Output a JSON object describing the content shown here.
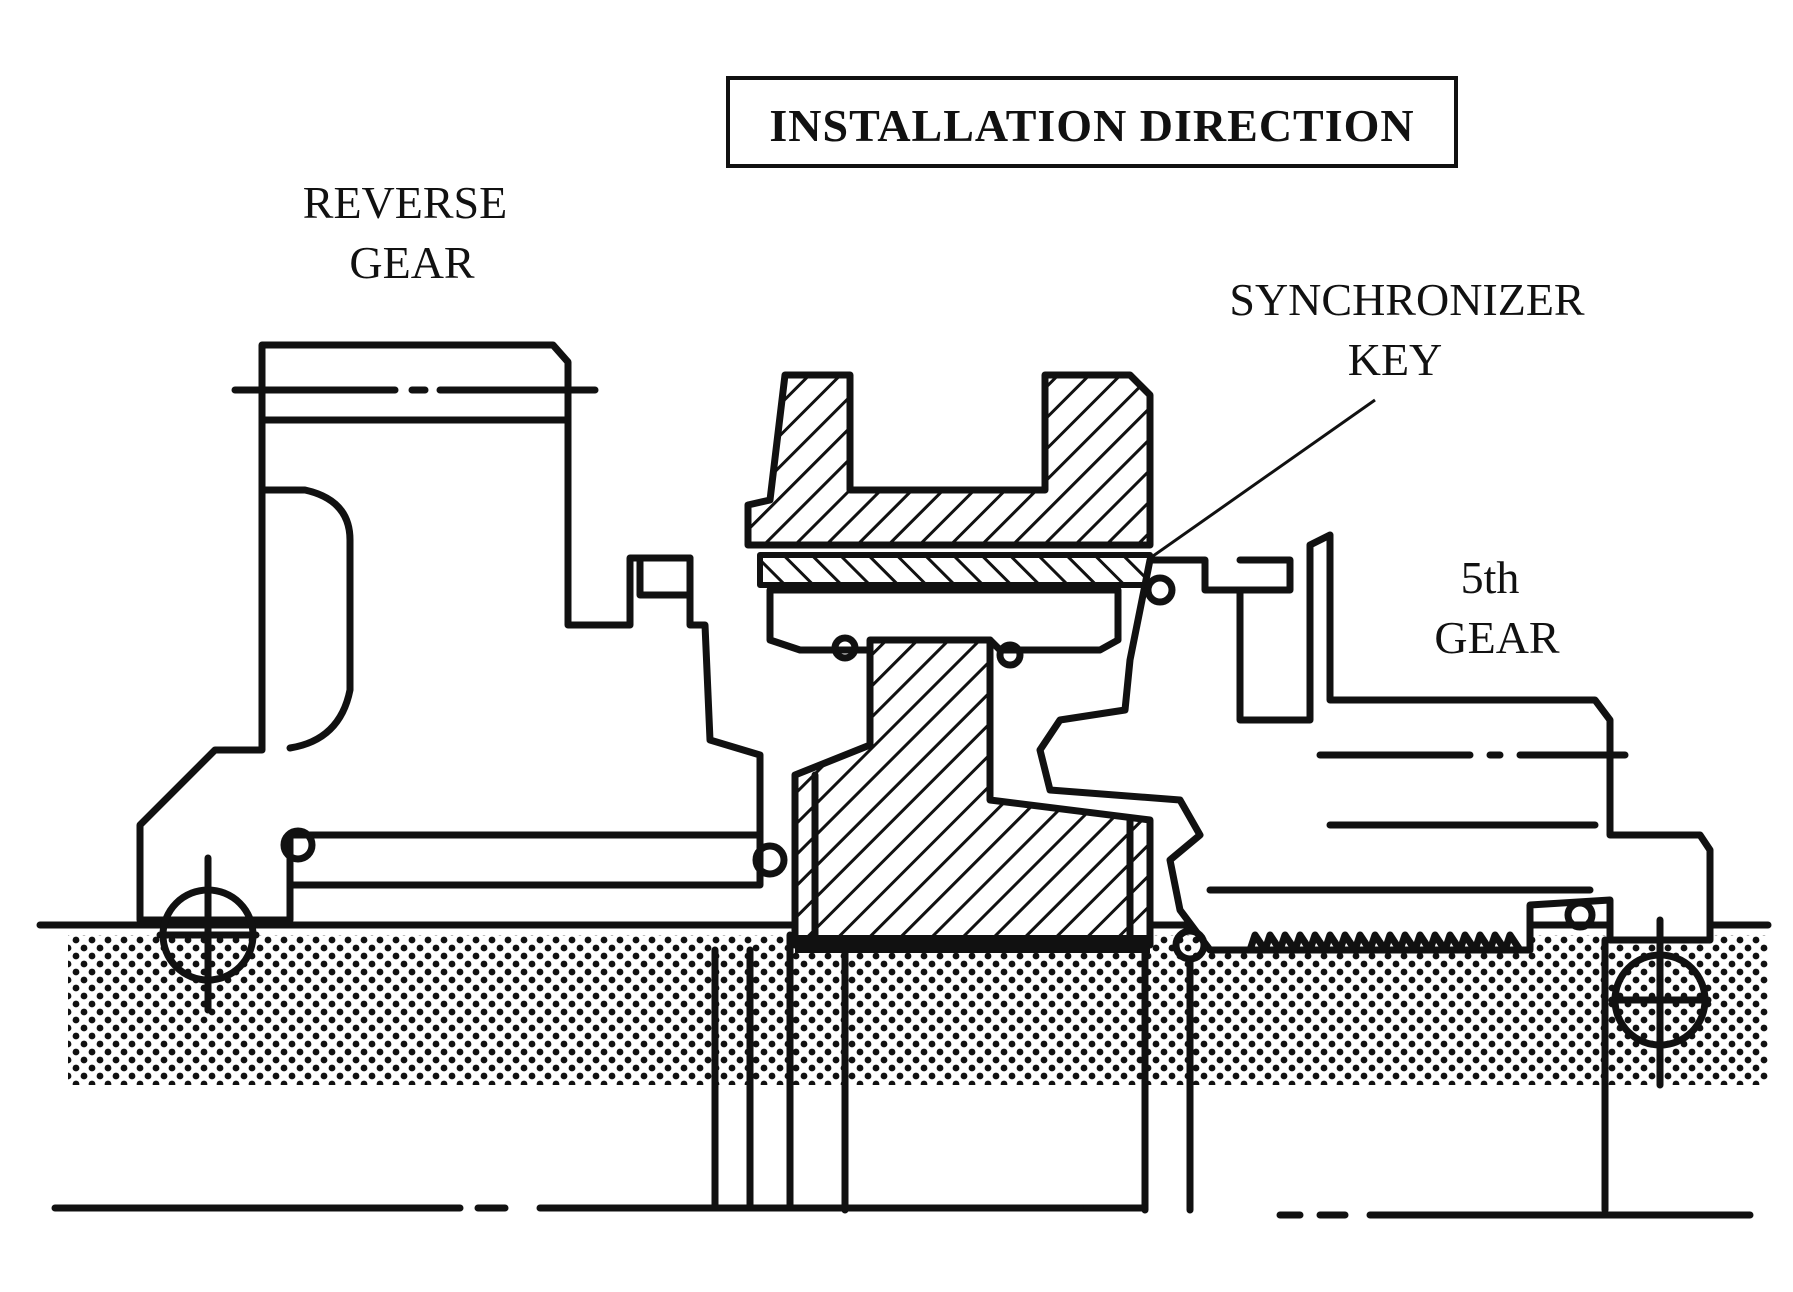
{
  "title": "INSTALLATION DIRECTION",
  "labels": {
    "reverse_gear": [
      "REVERSE",
      "GEAR"
    ],
    "synchronizer_key": [
      "SYNCHRONIZER",
      "KEY"
    ],
    "fifth_gear": [
      "5th",
      "GEAR"
    ]
  }
}
